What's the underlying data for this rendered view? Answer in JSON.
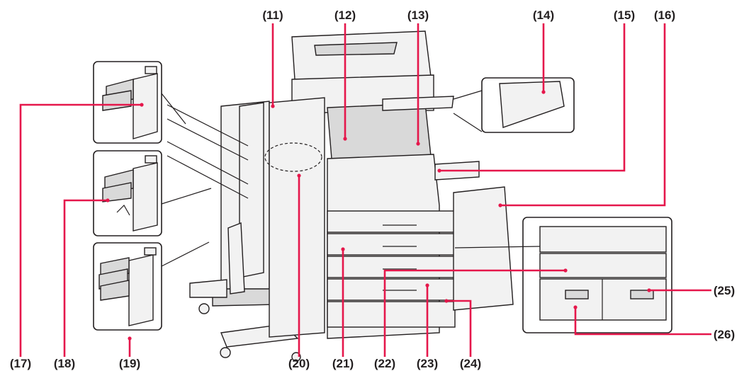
{
  "callouts": [
    {
      "id": "11",
      "label": "(11)"
    },
    {
      "id": "12",
      "label": "(12)"
    },
    {
      "id": "13",
      "label": "(13)"
    },
    {
      "id": "14",
      "label": "(14)"
    },
    {
      "id": "15",
      "label": "(15)"
    },
    {
      "id": "16",
      "label": "(16)"
    },
    {
      "id": "17",
      "label": "(17)"
    },
    {
      "id": "18",
      "label": "(18)"
    },
    {
      "id": "19",
      "label": "(19)"
    },
    {
      "id": "20",
      "label": "(20)"
    },
    {
      "id": "21",
      "label": "(21)"
    },
    {
      "id": "22",
      "label": "(22)"
    },
    {
      "id": "23",
      "label": "(23)"
    },
    {
      "id": "24",
      "label": "(24)"
    },
    {
      "id": "25",
      "label": "(25)"
    },
    {
      "id": "26",
      "label": "(26)"
    }
  ],
  "colors": {
    "leader": "#e5174b",
    "label": "#231f20",
    "outline": "#231f20"
  }
}
